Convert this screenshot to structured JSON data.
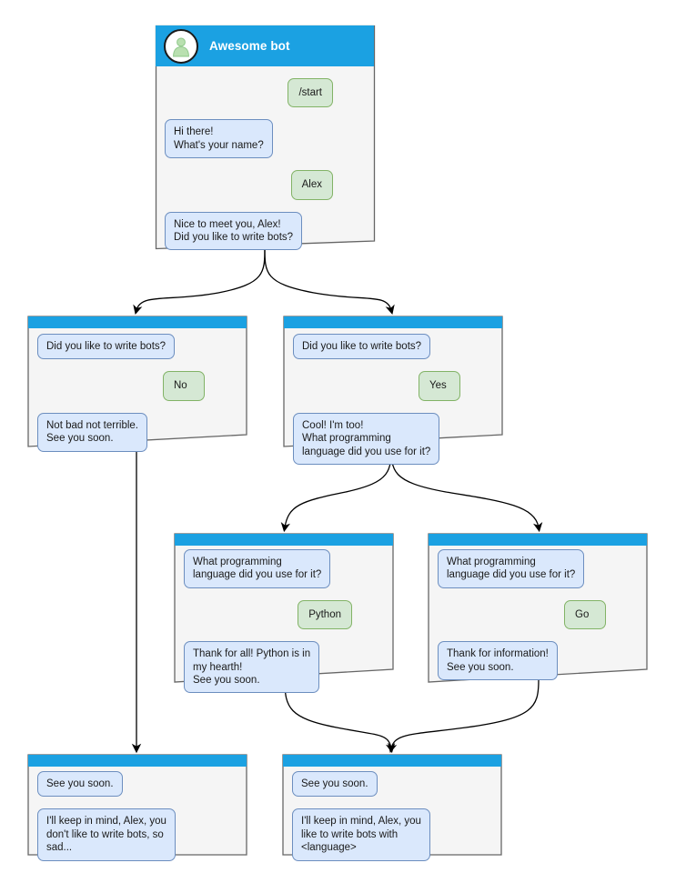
{
  "diagram": {
    "title": "Awesome bot chat flow",
    "colors": {
      "titlebar": "#1ba1e2",
      "window_bg": "#f5f5f5",
      "window_border": "#666666",
      "bot_bubble_bg": "#dae8fc",
      "bot_bubble_border": "#6c8ebf",
      "user_bubble_bg": "#d5e8d4",
      "user_bubble_border": "#82b366",
      "edge": "#000000",
      "avatar_person": "#b9e0b0"
    }
  },
  "nodes": [
    {
      "id": "start",
      "title": "Awesome bot",
      "avatar_icon": "person-avatar-icon",
      "messages": [
        {
          "side": "user",
          "text": "/start"
        },
        {
          "side": "bot",
          "text": "Hi there!\nWhat's your name?"
        },
        {
          "side": "user",
          "text": "Alex"
        },
        {
          "side": "bot",
          "text": "Nice to meet you, Alex!\nDid you like to write bots?"
        }
      ]
    },
    {
      "id": "answer-no",
      "title": "",
      "messages": [
        {
          "side": "bot",
          "text": "Did you like to write bots?"
        },
        {
          "side": "user",
          "text": "No"
        },
        {
          "side": "bot",
          "text": "Not bad not terrible.\nSee you soon."
        }
      ]
    },
    {
      "id": "answer-yes",
      "title": "",
      "messages": [
        {
          "side": "bot",
          "text": "Did you like to write bots?"
        },
        {
          "side": "user",
          "text": "Yes"
        },
        {
          "side": "bot",
          "text": "Cool! I'm too!\nWhat programming\nlanguage did you use for it?"
        }
      ]
    },
    {
      "id": "lang-python",
      "title": "",
      "messages": [
        {
          "side": "bot",
          "text": "What programming\nlanguage did you use for it?"
        },
        {
          "side": "user",
          "text": "Python"
        },
        {
          "side": "bot",
          "text": "Thank for all! Python is in\nmy hearth!\nSee you soon."
        }
      ]
    },
    {
      "id": "lang-go",
      "title": "",
      "messages": [
        {
          "side": "bot",
          "text": "What programming\nlanguage did you use for it?"
        },
        {
          "side": "user",
          "text": "Go"
        },
        {
          "side": "bot",
          "text": "Thank for information!\nSee you soon."
        }
      ]
    },
    {
      "id": "end-sad",
      "title": "",
      "messages": [
        {
          "side": "bot",
          "text": "See you soon."
        },
        {
          "side": "bot",
          "text": "I'll keep in mind, Alex, you\ndon't like to write bots, so\nsad..."
        }
      ]
    },
    {
      "id": "end-happy",
      "title": "",
      "messages": [
        {
          "side": "bot",
          "text": "See you soon."
        },
        {
          "side": "bot",
          "text": "I'll keep in mind, Alex, you\nlike to write bots with\n<language>"
        }
      ]
    }
  ]
}
